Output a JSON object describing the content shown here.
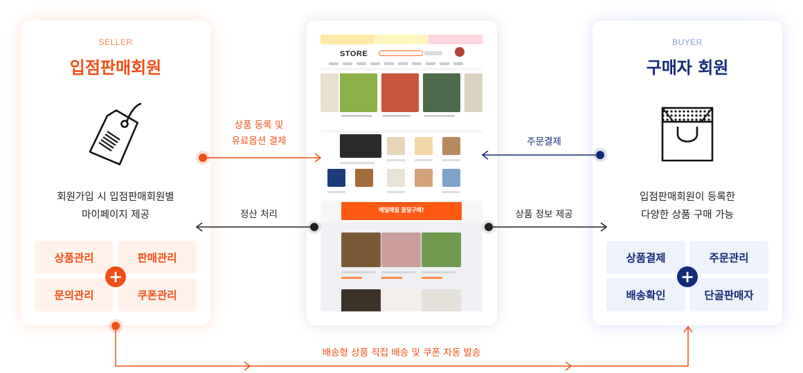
{
  "seller": {
    "eyebrow": "SELLER",
    "title": "입점판매회원",
    "desc_line1": "회원가입 시 입점판매회원별",
    "desc_line2": "마이페이지 제공",
    "features": [
      "상품관리",
      "판매관리",
      "문의관리",
      "쿠폰관리"
    ],
    "icon": "price-tag-icon"
  },
  "buyer": {
    "eyebrow": "BUYER",
    "title": "구매자 회원",
    "desc_line1": "입점판매회원이 등록한",
    "desc_line2": "다양한 상품 구매 가능",
    "features": [
      "상품결제",
      "주문관리",
      "배송확인",
      "단골판매자"
    ],
    "icon": "shopping-bag-icon"
  },
  "flows": {
    "seller_to_store_line1": "상품 등록 및",
    "seller_to_store_line2": "유료옵션 결제",
    "store_to_seller": "정산 처리",
    "buyer_to_store": "주문결제",
    "store_to_buyer": "상품 정보 제공",
    "bottom": "배송형 상품 직접 배송 및 쿠폰 자동 발송"
  },
  "store_mockup": {
    "logo": "STORE",
    "promo_banner": "매일매일 꿀딜구매!"
  },
  "colors": {
    "seller_accent": "#f04e17",
    "buyer_accent": "#132a78",
    "seller_tint": "#fff2ec",
    "buyer_tint": "#eef2fb"
  }
}
